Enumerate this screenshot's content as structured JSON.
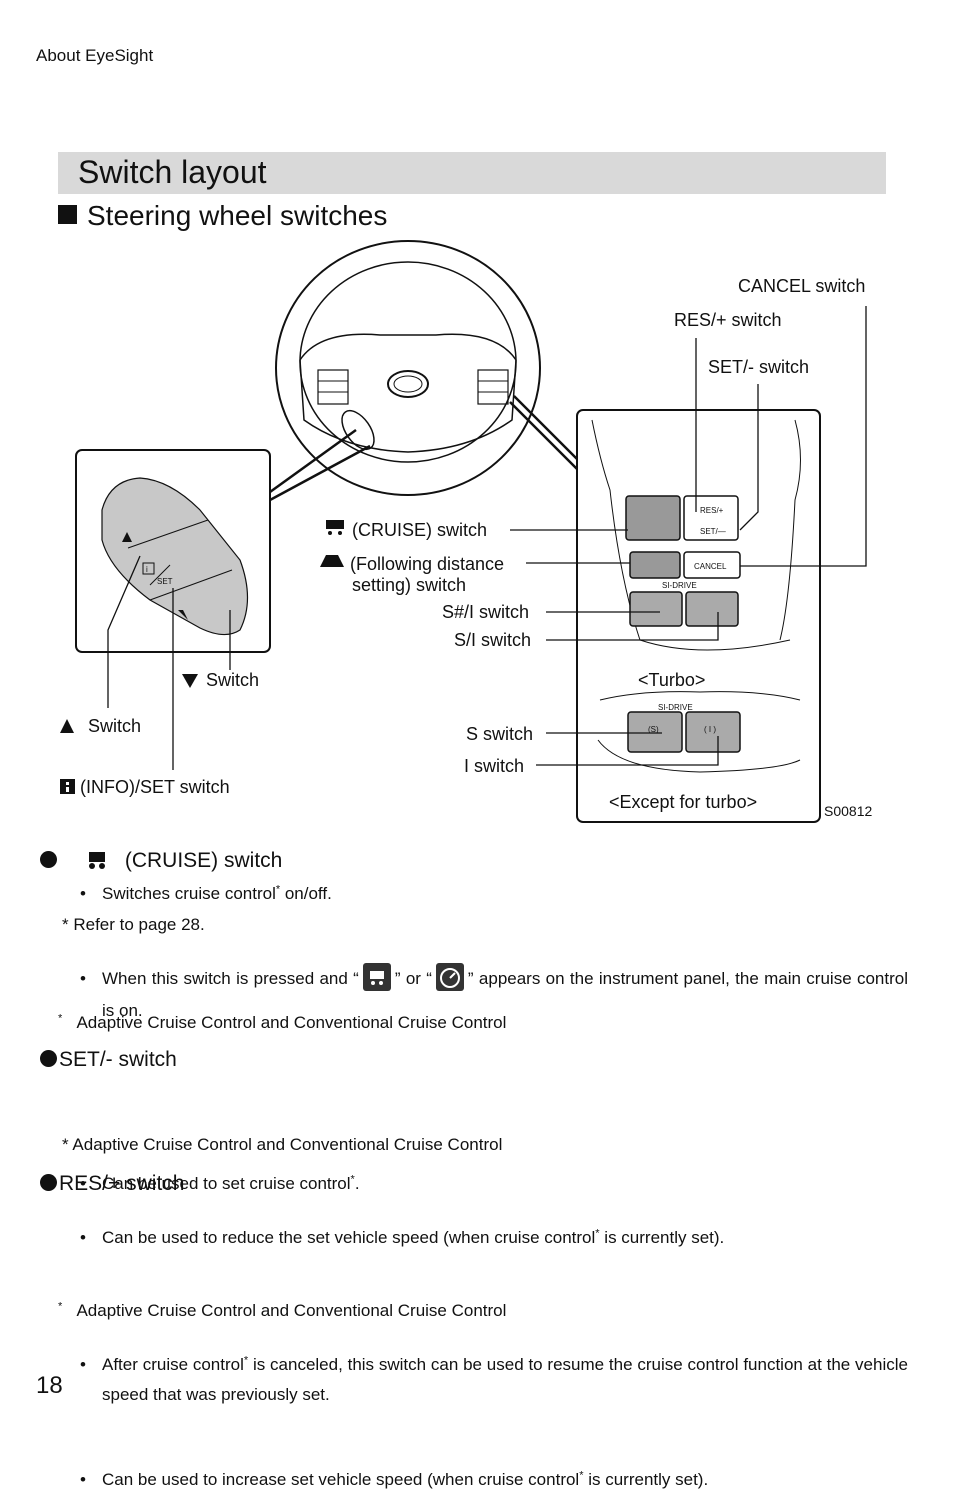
{
  "header": {
    "title": "About EyeSight"
  },
  "section": {
    "title": "Switch layout"
  },
  "subsection": {
    "title": "Steering wheel switches"
  },
  "diagram": {
    "code": "S00812",
    "labels": {
      "cancel": "CANCEL switch",
      "res": "RES/+ switch",
      "set": "SET/- switch",
      "cruise": "(CRUISE) switch",
      "following1": "(Following distance",
      "following2": "setting) switch",
      "s_sharp": "S#/I switch",
      "s_i": "S/I switch",
      "turbo": "<Turbo>",
      "s_switch": "S switch",
      "i_switch": "I switch",
      "except_turbo": "<Except for turbo>",
      "down_switch": "Switch",
      "up_switch": "Switch",
      "info_set": "(INFO)/SET switch"
    },
    "button_text": {
      "res": "RES/+",
      "set": "SET/—",
      "cancel": "CANCEL",
      "si_drive": "SI-DRIVE",
      "set_small": "SET"
    }
  },
  "items": [
    {
      "heading": "(CRUISE) switch",
      "bullet1": "Switches cruise control",
      "bullet1_end": " on/off.",
      "refer": "*  Refer to page 28.",
      "bullet2a": "When this switch is pressed and “",
      "bullet2b": "” or “",
      "bullet2c": "” appears on the instrument panel, the main cruise control is on.",
      "footnote": "Adaptive Cruise Control and Conventional Cruise Control"
    },
    {
      "heading": "SET/- switch",
      "bullet1": "Can be used to set cruise control",
      "bullet1_end": ".",
      "bullet2": "Can be used to reduce the set vehicle speed (when cruise control",
      "bullet2_end": " is currently set).",
      "footnote": "*  Adaptive Cruise Control and Conventional Cruise Control"
    },
    {
      "heading": "RES/+ switch",
      "bullet1": "After cruise control",
      "bullet1_end": " is canceled, this switch can be used to resume the cruise control function at the vehicle speed that was previously set.",
      "bullet2": "Can be used to increase set vehicle speed (when cruise control",
      "bullet2_end": " is currently set).",
      "footnote": "Adaptive Cruise Control and Conventional Cruise Control"
    }
  ],
  "footnote_mark": "*",
  "page_number": "18",
  "icons": [
    "cruise-icon",
    "following-distance-icon",
    "info-icon",
    "up-triangle-icon",
    "down-triangle-icon",
    "cruise-indicator-icon",
    "cruise-gauge-icon"
  ]
}
